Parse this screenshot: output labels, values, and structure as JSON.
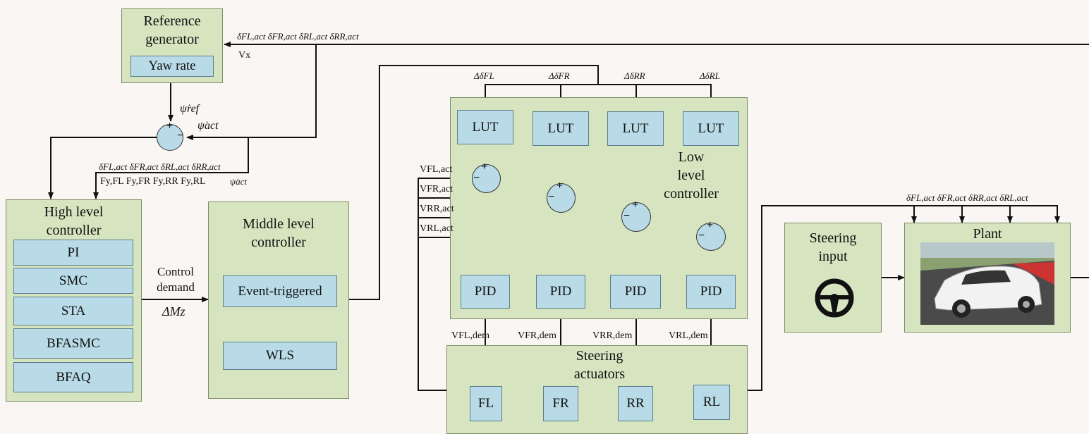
{
  "reference": {
    "title_l1": "Reference",
    "title_l2": "generator",
    "yaw_rate": "Yaw rate"
  },
  "high": {
    "title_l1": "High level",
    "title_l2": "controller",
    "items": [
      "PI",
      "SMC",
      "STA",
      "BFASMC",
      "BFAQ"
    ]
  },
  "middle": {
    "title_l1": "Middle level",
    "title_l2": "controller",
    "event": "Event-triggered",
    "wls": "WLS"
  },
  "low": {
    "title_l1": "Low",
    "title_l2": "level",
    "title_l3": "controller",
    "lut": "LUT",
    "pid": "PID"
  },
  "actuators": {
    "title_l1": "Steering",
    "title_l2": "actuators",
    "wheels": [
      "FL",
      "FR",
      "RR",
      "RL"
    ]
  },
  "steering_input": {
    "title_l1": "Steering",
    "title_l2": "input"
  },
  "plant": {
    "title": "Plant"
  },
  "labels": {
    "control_demand_l1": "Control",
    "control_demand_l2": "demand",
    "delta_mz": "ΔMz",
    "psi_ref": "ψ̇ref",
    "psi_act": "ψ̇act",
    "psi_act2": "ψ̇act",
    "vx": "Vx",
    "top_deltas": "δFL,act  δFR,act  δRL,act  δRR,act",
    "mid_deltas": "δFL,act  δFR,act  δRL,act  δRR,act",
    "forces": "Fy,FL  Fy,FR  Fy,RR  Fy,RL",
    "plant_deltas": "δFL,act  δFR,act  δRR,act  δRL,act",
    "dd_fl": "ΔδFL",
    "dd_fr": "ΔδFR",
    "dd_rr": "ΔδRR",
    "dd_rl": "ΔδRL",
    "v_fl_act": "VFL,act",
    "v_fr_act": "VFR,act",
    "v_rr_act": "VRR,act",
    "v_rl_act": "VRL,act",
    "v_fl_dem": "VFL,dem",
    "v_fr_dem": "VFR,dem",
    "v_rr_dem": "VRR,dem",
    "v_rl_dem": "VRL,dem",
    "plus": "+",
    "minus": "−"
  },
  "colors": {
    "green": "#d7e4c0",
    "blue": "#b9dbe7",
    "line": "#111111"
  }
}
